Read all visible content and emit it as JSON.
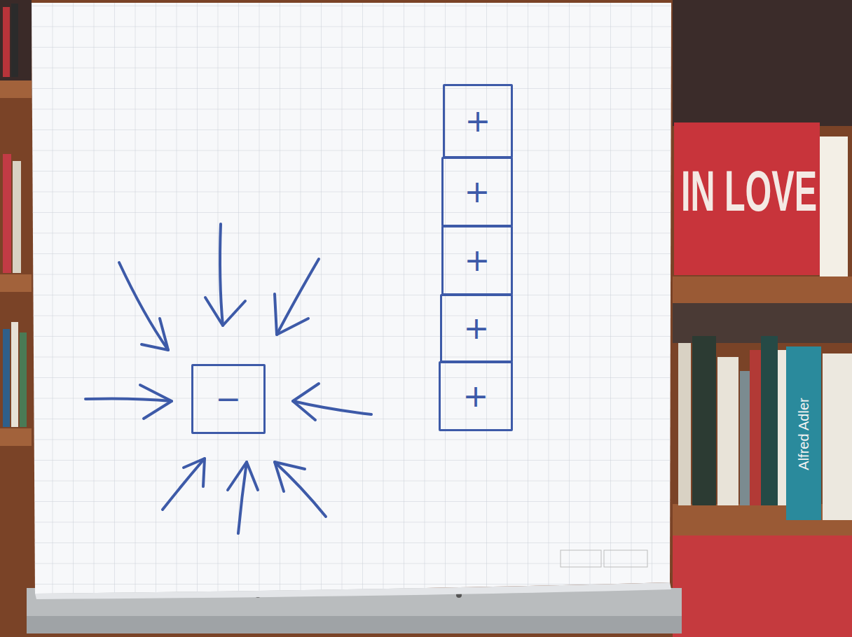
{
  "diagram": {
    "nodes": [
      {
        "text": [
          "−"
        ]
      },
      {
        "text": [
          "+"
        ]
      },
      {
        "text": [
          "+"
        ]
      },
      {
        "text": [
          "+"
        ]
      },
      {
        "text": [
          "+"
        ]
      },
      {
        "text": [
          "+"
        ]
      }
    ],
    "labels": [
      "IN LOVE",
      "Alfred Adler"
    ]
  }
}
